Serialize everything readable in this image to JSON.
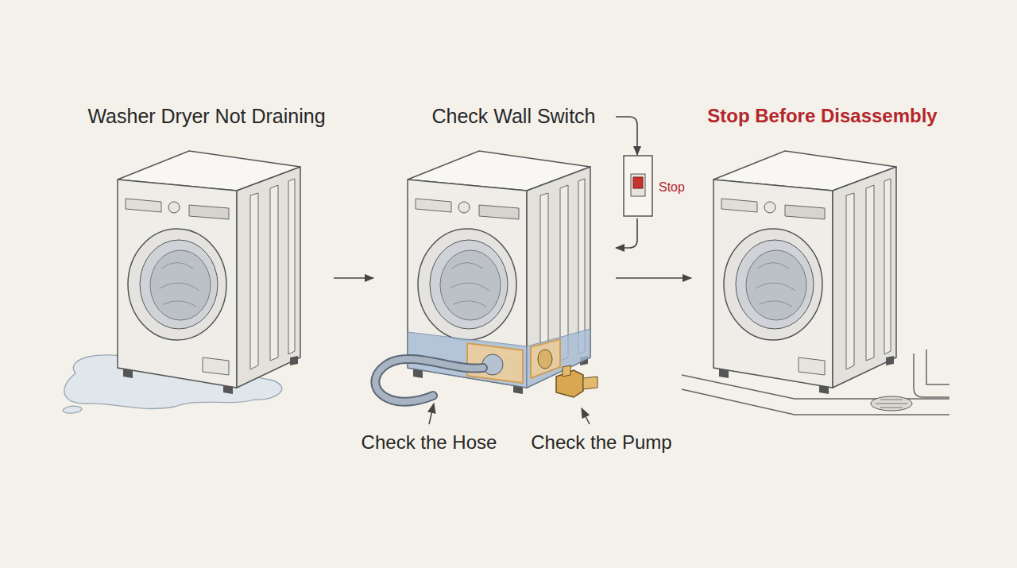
{
  "diagram": {
    "nodes": [
      {
        "text": [
          "Washer Dryer Not Draining"
        ]
      },
      {
        "text": [
          "Check Wall Switch"
        ]
      },
      {
        "text": [
          "Stop"
        ]
      },
      {
        "text": [
          "Stop Before Disassembly"
        ]
      }
    ],
    "edges": [
      {
        "from": 0,
        "to": 1,
        "arrow": "to"
      },
      {
        "from": 1,
        "to": 3,
        "arrow": "to"
      },
      {
        "from": 1,
        "to": 2,
        "arrow": "to"
      },
      {
        "from": 2,
        "to": 1,
        "arrow": "to"
      }
    ],
    "labels": [
      "Check the Hose",
      "Check the Pump"
    ]
  }
}
